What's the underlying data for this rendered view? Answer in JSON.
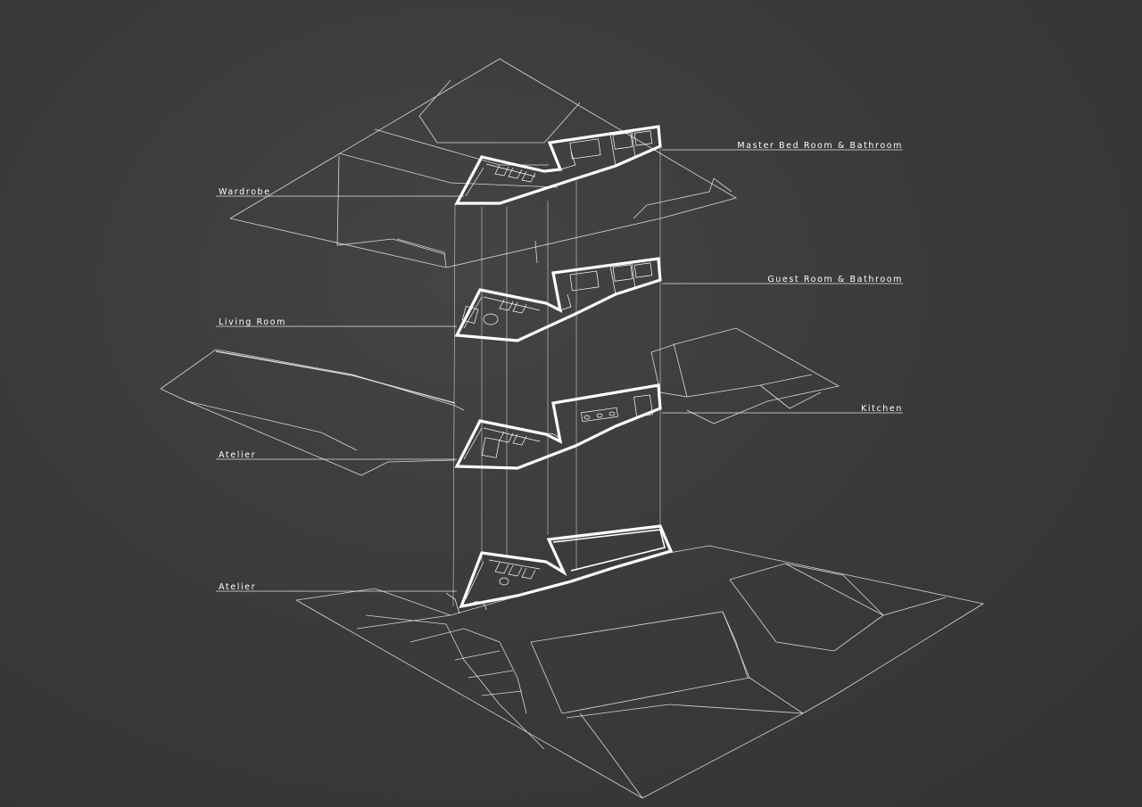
{
  "labels": {
    "master": "Master Bed Room & Bathroom",
    "wardrobe": "Wardrobe",
    "guest": "Guest Room & Bathroom",
    "living": "Living Room",
    "kitchen": "Kitchen",
    "atelier_upper": "Atelier",
    "atelier_lower": "Atelier"
  },
  "colors": {
    "background": "#3a3a3a",
    "line": "#ffffff"
  }
}
